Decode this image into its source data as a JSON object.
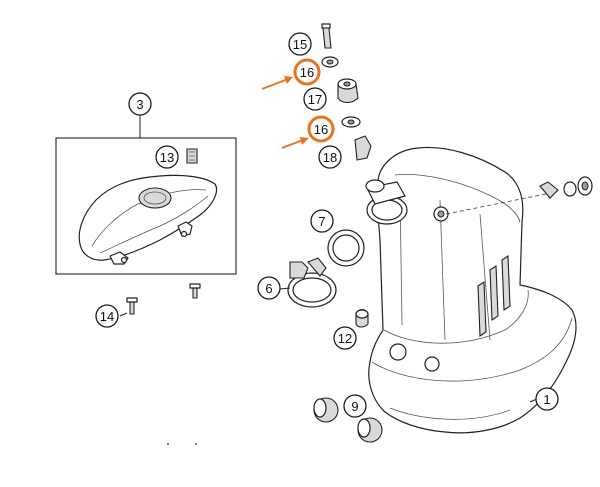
{
  "diagram": {
    "highlight_color": "#e8731f",
    "callouts": [
      {
        "label": "1"
      },
      {
        "label": "3"
      },
      {
        "label": "6"
      },
      {
        "label": "7"
      },
      {
        "label": "9"
      },
      {
        "label": "12"
      },
      {
        "label": "13"
      },
      {
        "label": "14"
      },
      {
        "label": "15"
      },
      {
        "label": "16",
        "highlighted": true
      },
      {
        "label": "17"
      },
      {
        "label": "16",
        "highlighted": true
      },
      {
        "label": "18"
      }
    ]
  }
}
